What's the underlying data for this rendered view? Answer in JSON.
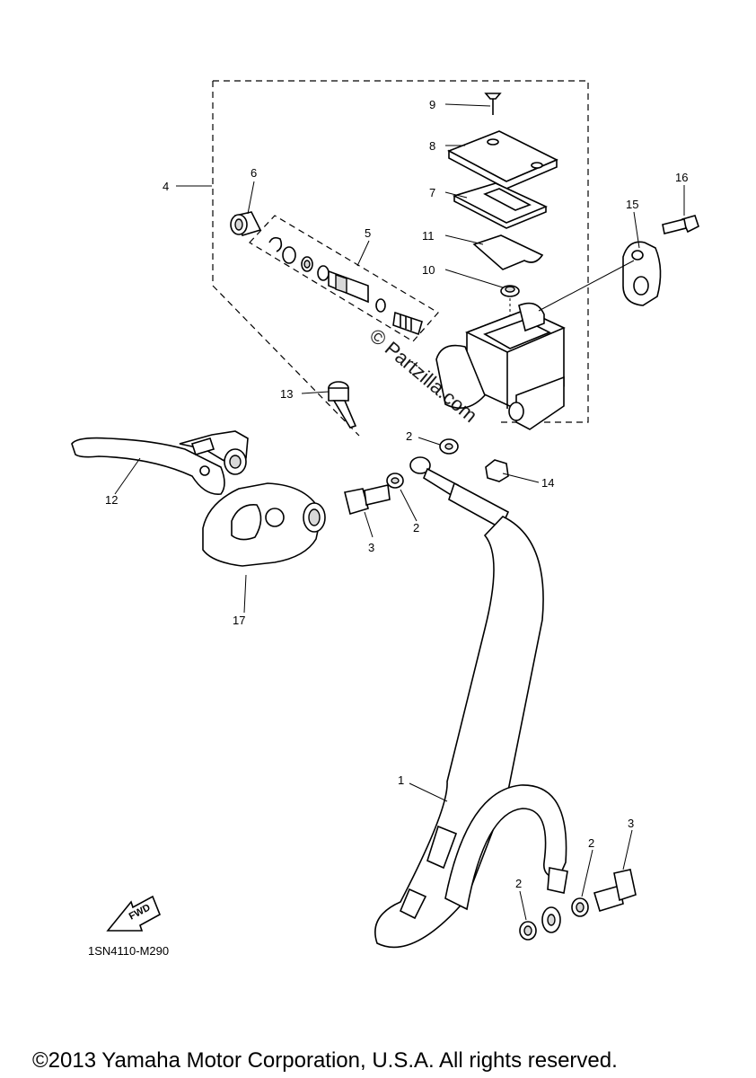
{
  "diagram": {
    "callouts": [
      {
        "id": "c1",
        "text": "1"
      },
      {
        "id": "c2a",
        "text": "2"
      },
      {
        "id": "c2b",
        "text": "2"
      },
      {
        "id": "c2c",
        "text": "2"
      },
      {
        "id": "c2d",
        "text": "2"
      },
      {
        "id": "c3a",
        "text": "3"
      },
      {
        "id": "c3b",
        "text": "3"
      },
      {
        "id": "c4",
        "text": "4"
      },
      {
        "id": "c5",
        "text": "5"
      },
      {
        "id": "c6",
        "text": "6"
      },
      {
        "id": "c7",
        "text": "7"
      },
      {
        "id": "c8",
        "text": "8"
      },
      {
        "id": "c9",
        "text": "9"
      },
      {
        "id": "c10",
        "text": "10"
      },
      {
        "id": "c11",
        "text": "11"
      },
      {
        "id": "c12",
        "text": "12"
      },
      {
        "id": "c13",
        "text": "13"
      },
      {
        "id": "c14",
        "text": "14"
      },
      {
        "id": "c15",
        "text": "15"
      },
      {
        "id": "c16",
        "text": "16"
      },
      {
        "id": "c17",
        "text": "17"
      }
    ],
    "diagram_code": "1SN4110-M290",
    "fwd_label": "FWD",
    "watermark": "© Partzilla.com",
    "copyright": "©2013 Yamaha Motor Corporation, U.S.A. All rights reserved."
  }
}
